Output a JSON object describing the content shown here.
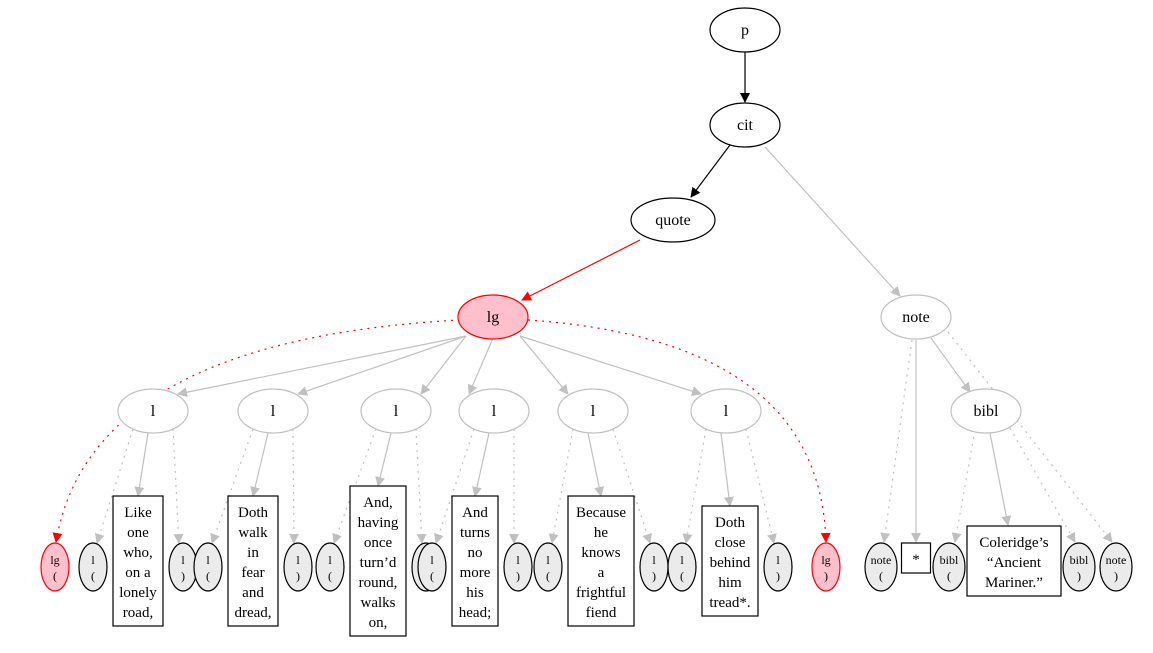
{
  "nodes": {
    "p": {
      "label": "p"
    },
    "cit": {
      "label": "cit"
    },
    "quote": {
      "label": "quote"
    },
    "lg": {
      "label": "lg"
    },
    "note": {
      "label": "note"
    },
    "bibl": {
      "label": "bibl"
    },
    "lines": [
      {
        "label": "l"
      },
      {
        "label": "l"
      },
      {
        "label": "l"
      },
      {
        "label": "l"
      },
      {
        "label": "l"
      },
      {
        "label": "l"
      }
    ],
    "lg_open": {
      "tag": "lg",
      "mark": "("
    },
    "lg_close": {
      "tag": "lg",
      "mark": ")"
    },
    "l_open_mark": "(",
    "l_close_mark": ")",
    "l_tag": "l",
    "note_open": {
      "tag": "note",
      "mark": "("
    },
    "note_close": {
      "tag": "note",
      "mark": ")"
    },
    "bibl_open": {
      "tag": "bibl",
      "mark": "("
    },
    "bibl_close": {
      "tag": "bibl",
      "mark": ")"
    }
  },
  "texts": [
    {
      "lines": [
        "Like",
        "one",
        "who,",
        "on a",
        "lonely",
        "road,"
      ]
    },
    {
      "lines": [
        "Doth",
        "walk",
        "in",
        "fear",
        "and",
        "dread,"
      ]
    },
    {
      "lines": [
        "And,",
        "having",
        "once",
        "turn’d",
        "round,",
        "walks",
        "on,"
      ]
    },
    {
      "lines": [
        "And",
        "turns",
        "no",
        "more",
        "his",
        "head;"
      ]
    },
    {
      "lines": [
        "Because",
        "he",
        "knows",
        "a",
        "frightful",
        "fiend"
      ]
    },
    {
      "lines": [
        "Doth",
        "close",
        "behind",
        "him",
        "tread*."
      ]
    }
  ],
  "note_text": {
    "lines": [
      "*"
    ]
  },
  "bibl_text": {
    "lines": [
      "Coleridge’s",
      "“Ancient",
      "Mariner.”"
    ]
  },
  "colors": {
    "highlight_fill": "#ffc0cb",
    "highlight_stroke": "#ff0000",
    "muted_stroke": "#c0c0c0",
    "milestone_fill": "#ebebeb",
    "active_edge": "#000000",
    "selected_edge": "#ff0000"
  }
}
